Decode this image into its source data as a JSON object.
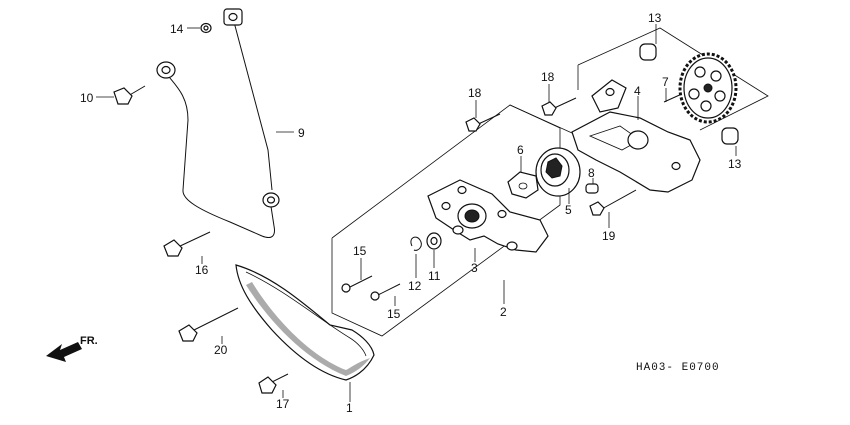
{
  "callouts": {
    "c1": "1",
    "c2": "2",
    "c3": "3",
    "c4": "4",
    "c5": "5",
    "c6": "6",
    "c7": "7",
    "c8": "8",
    "c9": "9",
    "c10": "10",
    "c11": "11",
    "c12": "12",
    "c13a": "13",
    "c13b": "13",
    "c14": "14",
    "c15a": "15",
    "c15b": "15",
    "c16": "16",
    "c17": "17",
    "c18a": "18",
    "c18b": "18",
    "c19": "19",
    "c20": "20"
  },
  "direction_label": "FR.",
  "diagram_code": "HA03- E0700"
}
